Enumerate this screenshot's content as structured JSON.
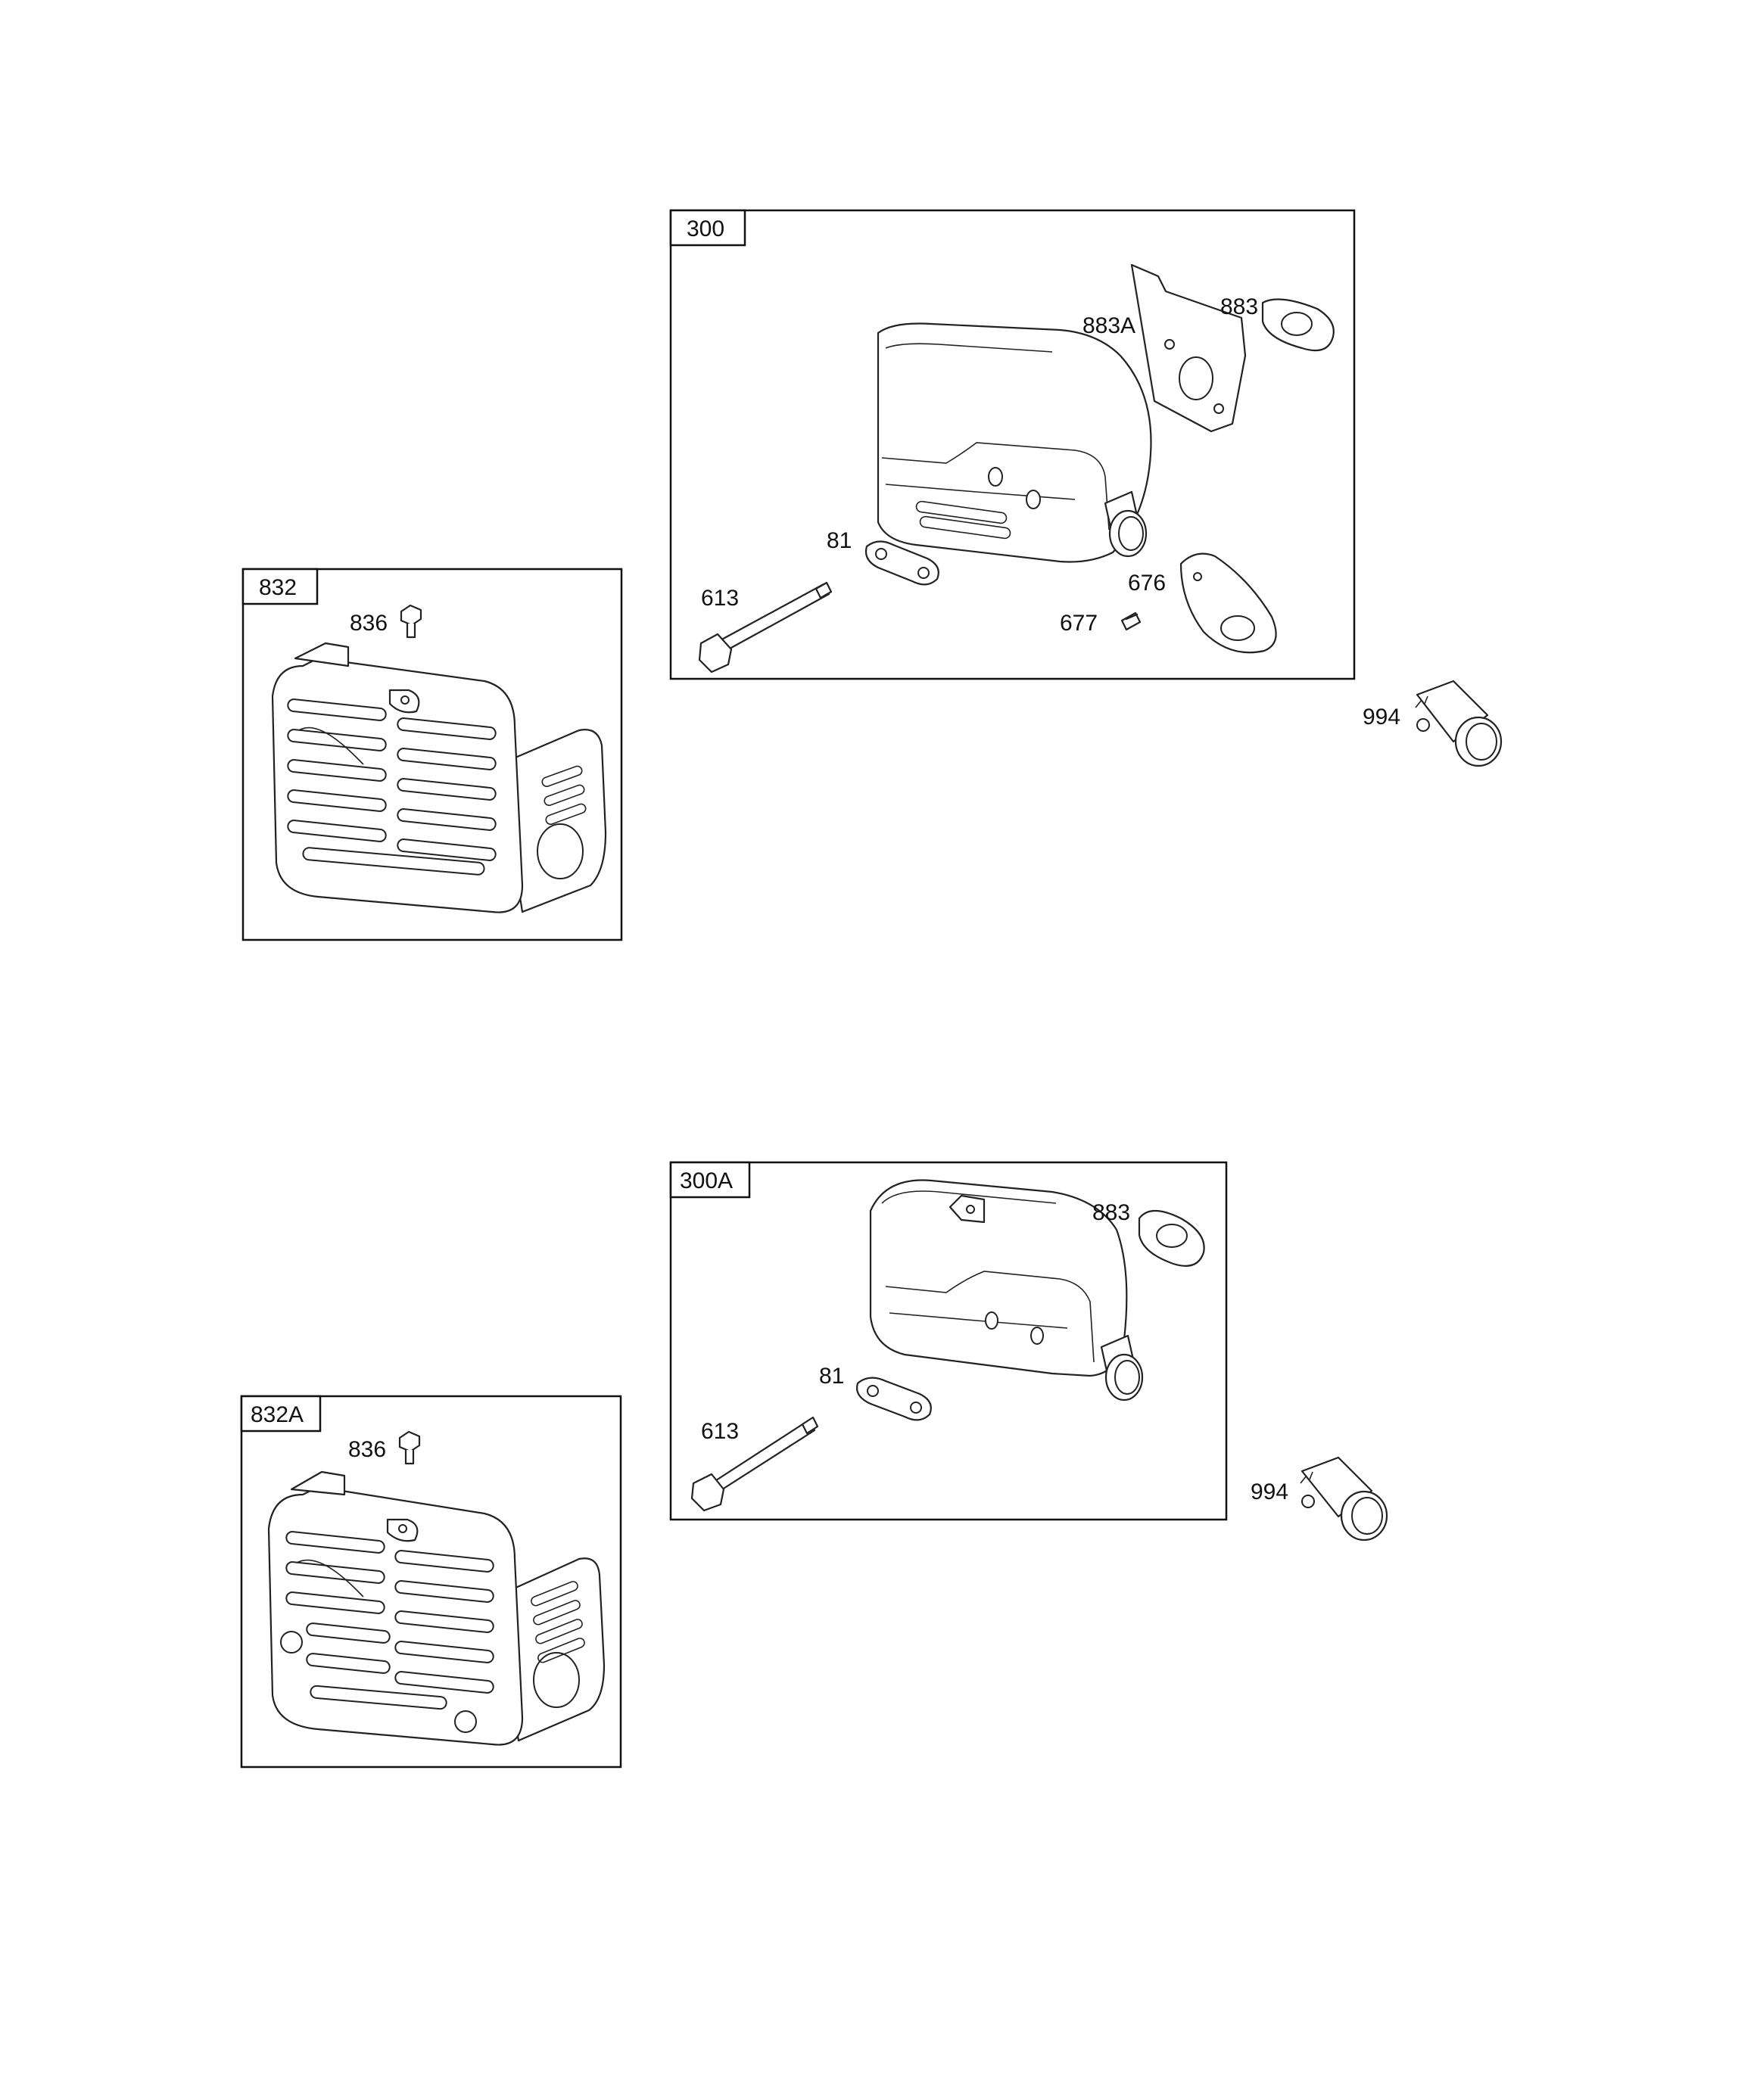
{
  "groups": {
    "g300": {
      "tag": "300",
      "labels": {
        "p883A": "883A",
        "p883": "883",
        "p81": "81",
        "p613": "613",
        "p676": "676",
        "p677": "677"
      }
    },
    "g832": {
      "tag": "832",
      "labels": {
        "p836": "836"
      }
    },
    "g300A": {
      "tag": "300A",
      "labels": {
        "p883": "883",
        "p81": "81",
        "p613": "613"
      }
    },
    "g832A": {
      "tag": "832A",
      "labels": {
        "p836": "836"
      }
    }
  },
  "loose": {
    "p994_top": "994",
    "p994_bottom": "994"
  }
}
